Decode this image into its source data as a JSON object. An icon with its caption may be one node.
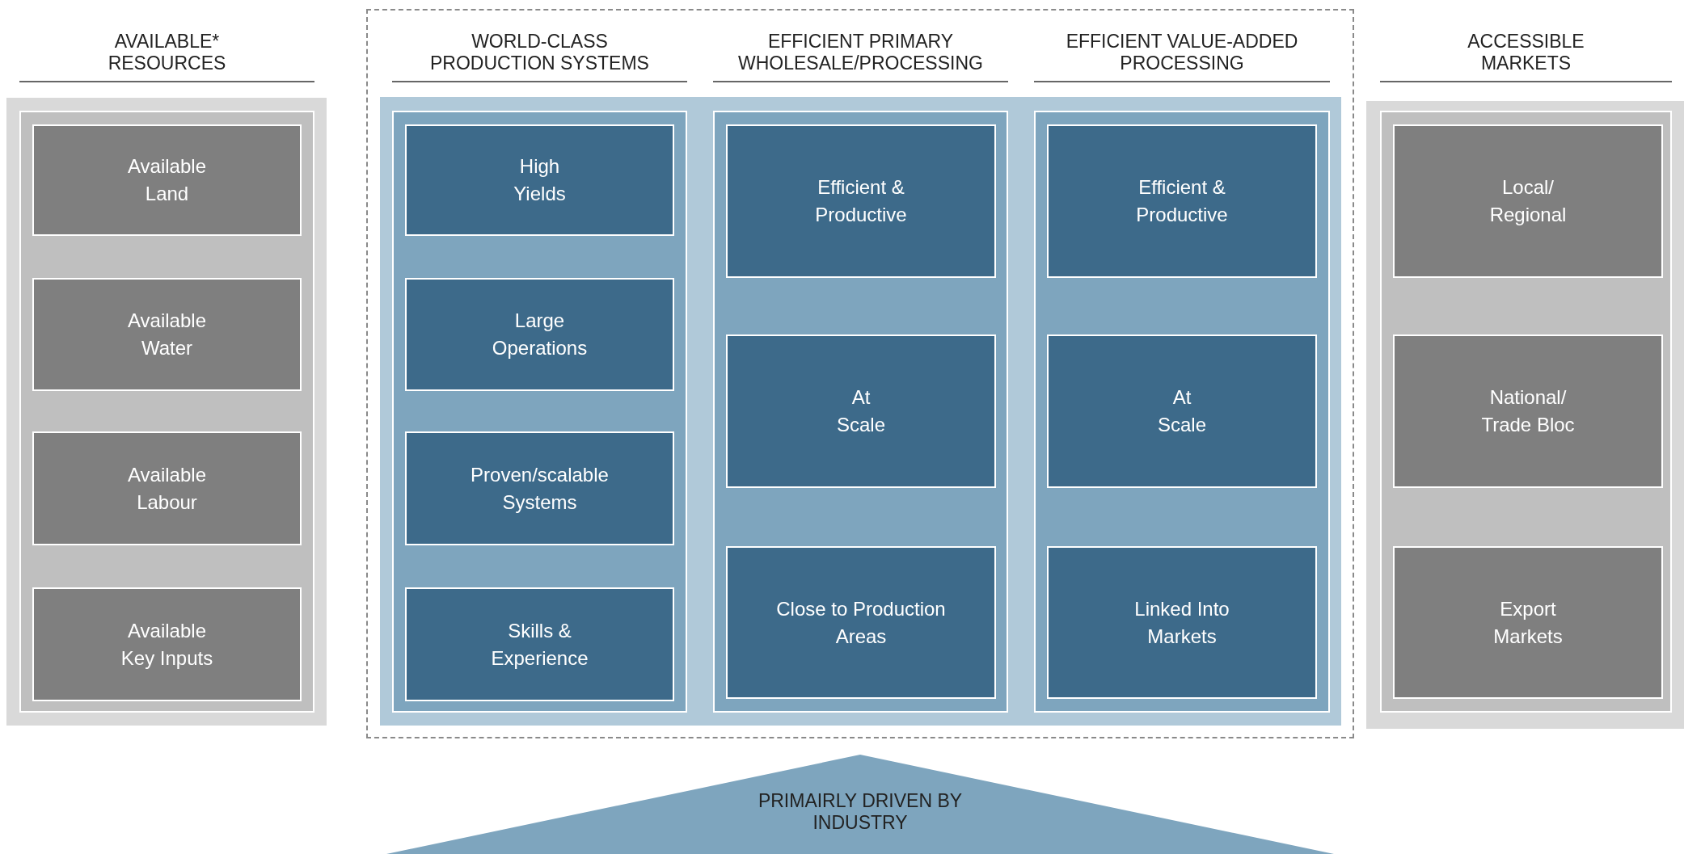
{
  "diagram": {
    "nodes": [
      {
        "text": [
          "AVAILABLE* RESOURCES"
        ]
      },
      {
        "text": [
          "Available Land"
        ],
        "in": 0
      },
      {
        "text": [
          "Available Water"
        ],
        "in": 0
      },
      {
        "text": [
          "Available Labour"
        ],
        "in": 0
      },
      {
        "text": [
          "Available Key Inputs"
        ],
        "in": 0
      },
      {
        "text": [],
        "shape": "box"
      },
      {
        "text": [],
        "shape": "box",
        "in": 5
      },
      {
        "text": [
          "WORLD-CLASS PRODUCTION SYSTEMS"
        ],
        "in": 6
      },
      {
        "text": [
          "High Yields"
        ],
        "in": 7
      },
      {
        "text": [
          "Large Operations"
        ],
        "in": 7
      },
      {
        "text": [
          "Proven/scalable Systems"
        ],
        "in": 7
      },
      {
        "text": [
          "Skills & Experience"
        ],
        "in": 7
      },
      {
        "text": [
          "EFFICIENT PRIMARY WHOLESALE/PROCESSING"
        ],
        "in": 6
      },
      {
        "text": [
          "Efficient & Productive"
        ],
        "in": 12
      },
      {
        "text": [
          "At Scale"
        ],
        "in": 12
      },
      {
        "text": [
          "Close to Production Areas"
        ],
        "in": 12
      },
      {
        "text": [
          "EFFICIENT VALUE-ADDED PROCESSING"
        ],
        "in": 6
      },
      {
        "text": [
          "Efficient & Productive"
        ],
        "in": 16
      },
      {
        "text": [
          "At Scale"
        ],
        "in": 16
      },
      {
        "text": [
          "Linked Into Markets"
        ],
        "in": 16
      },
      {
        "text": [
          "ACCESSIBLE MARKETS"
        ]
      },
      {
        "text": [
          "Local/ Regional"
        ],
        "in": 20
      },
      {
        "text": [
          "National/ Trade Bloc"
        ],
        "in": 20
      },
      {
        "text": [
          "Export Markets"
        ],
        "in": 20
      },
      {
        "text": [
          "PRIMAIRLY DRIVEN BY INDUSTRY"
        ]
      }
    ]
  }
}
